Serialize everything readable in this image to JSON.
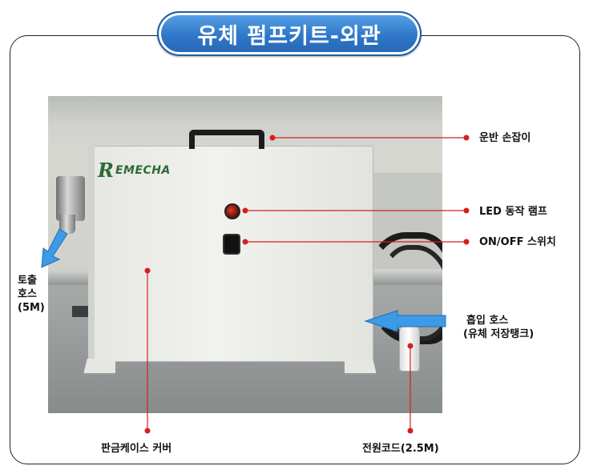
{
  "title": "유체 펌프키트-외관",
  "brand": {
    "mark": "R",
    "text": "EMECHA"
  },
  "callouts": {
    "handle": "운반 손잡이",
    "led_lamp": "LED 동작 램프",
    "switch": "ON/OFF 스위치",
    "outlet_hose": [
      "토출",
      "호스",
      "(5M)"
    ],
    "inlet_hose": [
      "흡입 호스",
      "(유체 저장탱크)"
    ],
    "case_cover": "판금케이스 커버",
    "power_cord": "전원코드(2.5M)"
  },
  "colors": {
    "title_fill": "#2f78c8",
    "arrow_fill": "#3d9ae6",
    "leader_line": "#d32020",
    "logo_green": "#2c6a3a"
  }
}
